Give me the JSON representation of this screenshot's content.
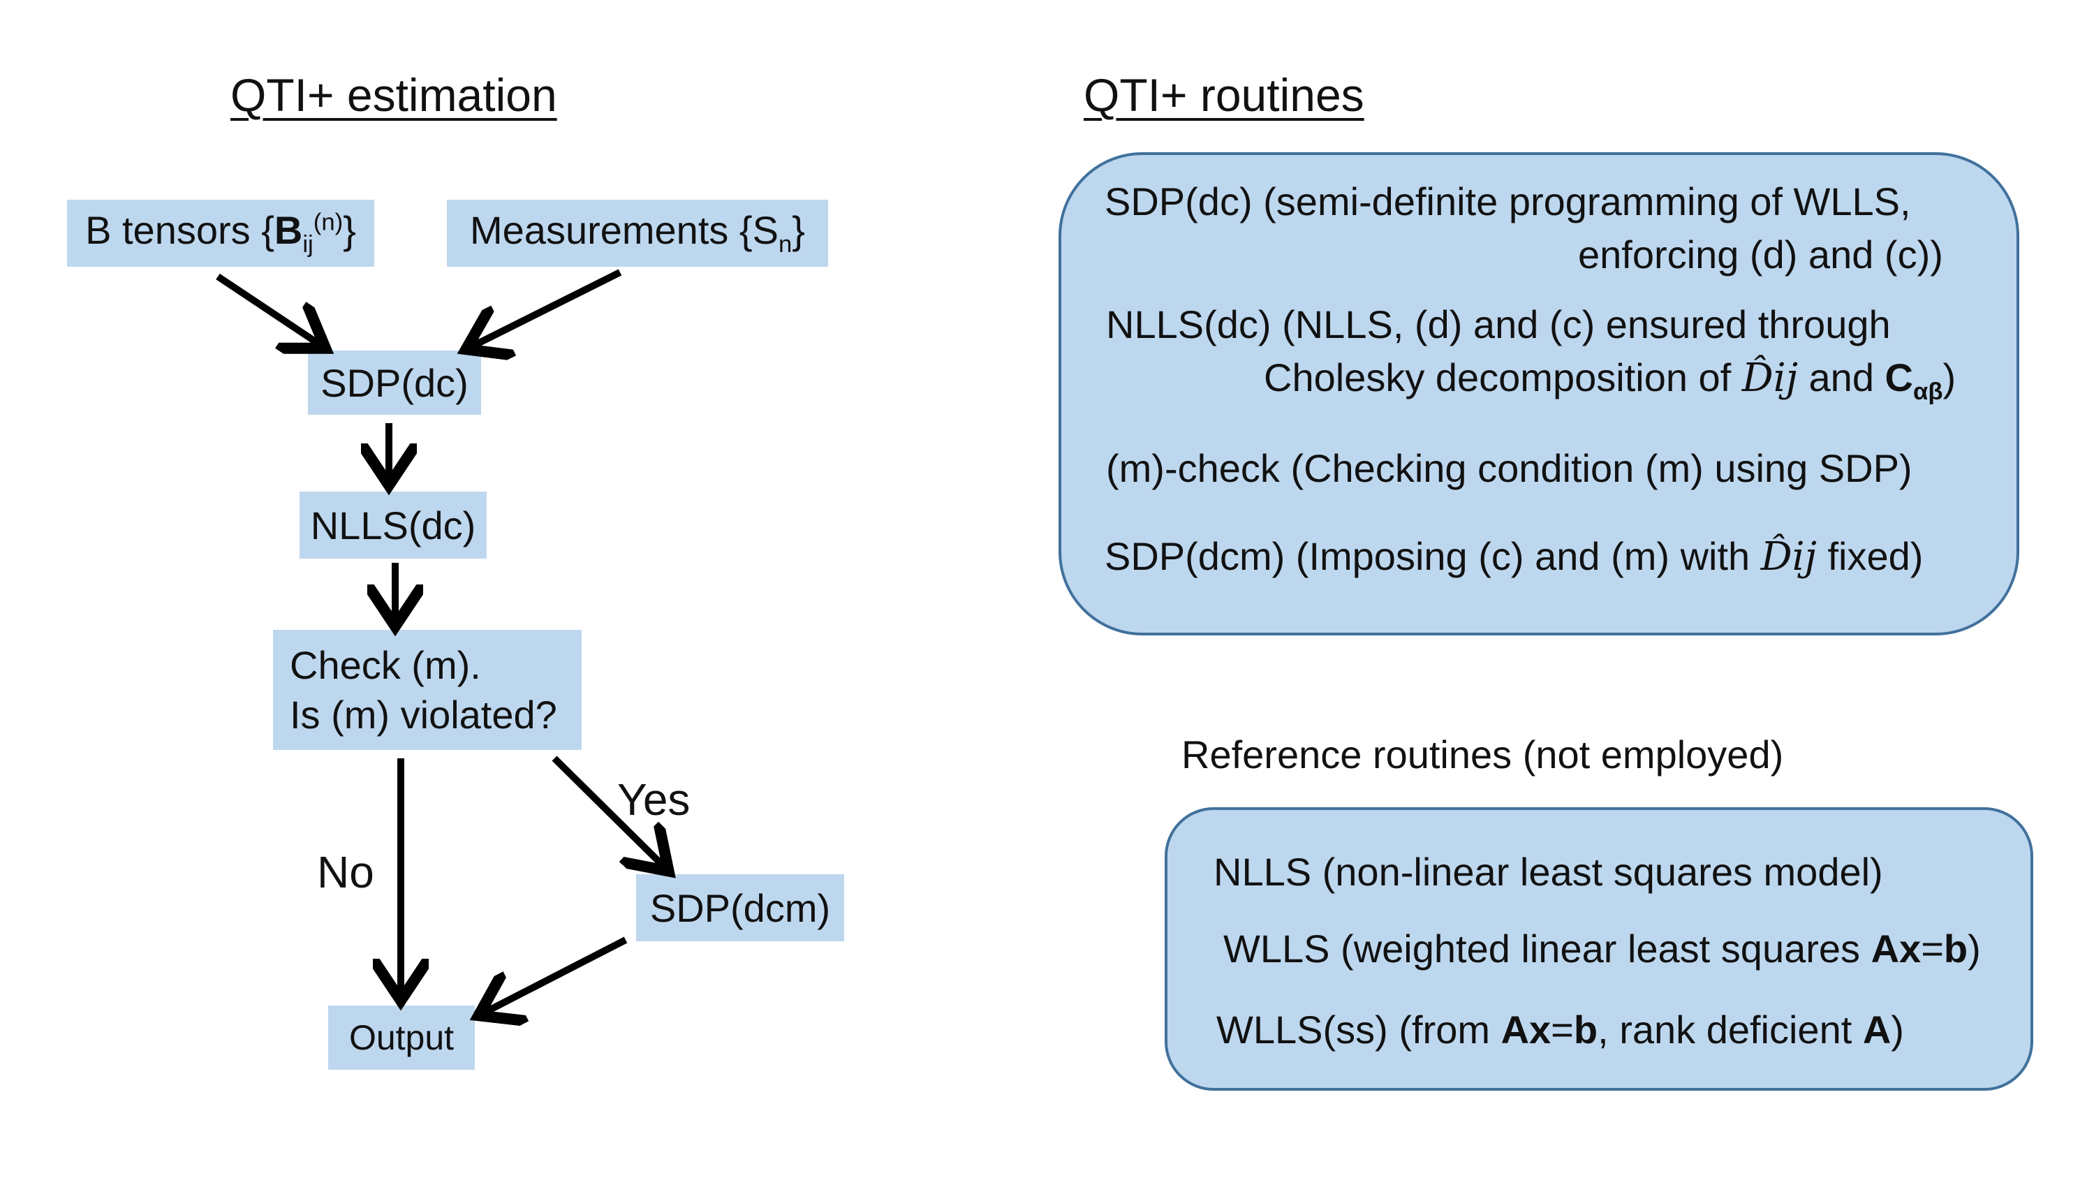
{
  "colors": {
    "box_fill": "#bdd7ee",
    "panel_border": "#41719c",
    "arrow": "#000000"
  },
  "estimation": {
    "title": "QTI+ estimation",
    "b_tensors": {
      "prefix": "B tensors {",
      "bold": "B",
      "sub": "ij",
      "sup": "(n)",
      "suffix": "}"
    },
    "measurements": {
      "prefix": "Measurements {S",
      "sub": "n",
      "suffix": "}"
    },
    "sdp_dc": "SDP(dc)",
    "nlls_dc": "NLLS(dc)",
    "check_line1": "Check (m).",
    "check_line2": "Is (m) violated?",
    "yes": "Yes",
    "no": "No",
    "sdp_dcm": "SDP(dcm)",
    "output": "Output"
  },
  "routines": {
    "title": "QTI+ routines",
    "r1_line1": "SDP(dc) (semi-definite programming of WLLS,",
    "r1_line2": "enforcing (d) and (c))",
    "r2_line1": "NLLS(dc) (NLLS, (d) and (c) ensured through",
    "r2_line2_a": "Cholesky decomposition of ",
    "r2_math": "D̂ij",
    "r2_line2_b": " and ",
    "r2_bold": "C",
    "r2_sub": "αβ",
    "r2_end": ")",
    "r3": "(m)-check (Checking condition (m) using SDP)",
    "r4_a": "SDP(dcm) (Imposing (c) and (m) with ",
    "r4_math": "D̂ij",
    "r4_b": " fixed)"
  },
  "reference": {
    "title": "Reference routines (not employed)",
    "nlls": "NLLS (non-linear least squares model)",
    "wlls_a": "WLLS (weighted linear least squares ",
    "wlls_b1": "Ax",
    "wlls_eq": "=",
    "wlls_b2": "b",
    "wlls_end": ")",
    "wllsss_a": "WLLS(ss) (from ",
    "wllsss_b1": "Ax",
    "wllsss_eq": "=",
    "wllsss_b2": "b",
    "wllsss_c": ", rank deficient ",
    "wllsss_b3": "A",
    "wllsss_end": ")"
  }
}
